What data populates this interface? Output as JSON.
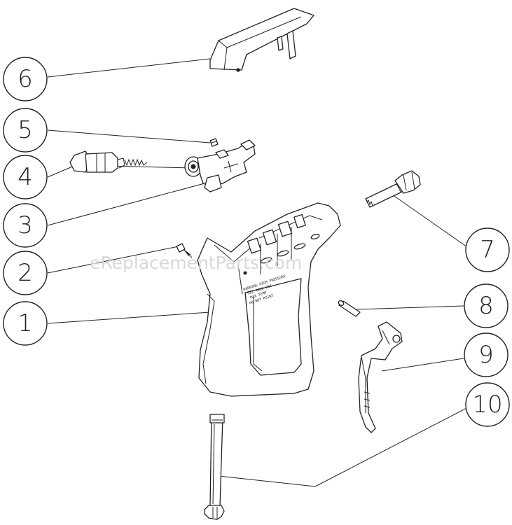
{
  "callouts": [
    {
      "label": "6"
    },
    {
      "label": "5"
    },
    {
      "label": "4"
    },
    {
      "label": "3"
    },
    {
      "label": "2"
    },
    {
      "label": "1"
    },
    {
      "label": "7"
    },
    {
      "label": "8"
    },
    {
      "label": "9"
    },
    {
      "label": "10"
    }
  ],
  "watermark": "eReplacementParts.com",
  "handle_label": [
    "WARNING  HIGH PRESSURE",
    "MAX 4000 PSI",
    "MAX TEMP",
    "DO NOT POINT"
  ]
}
